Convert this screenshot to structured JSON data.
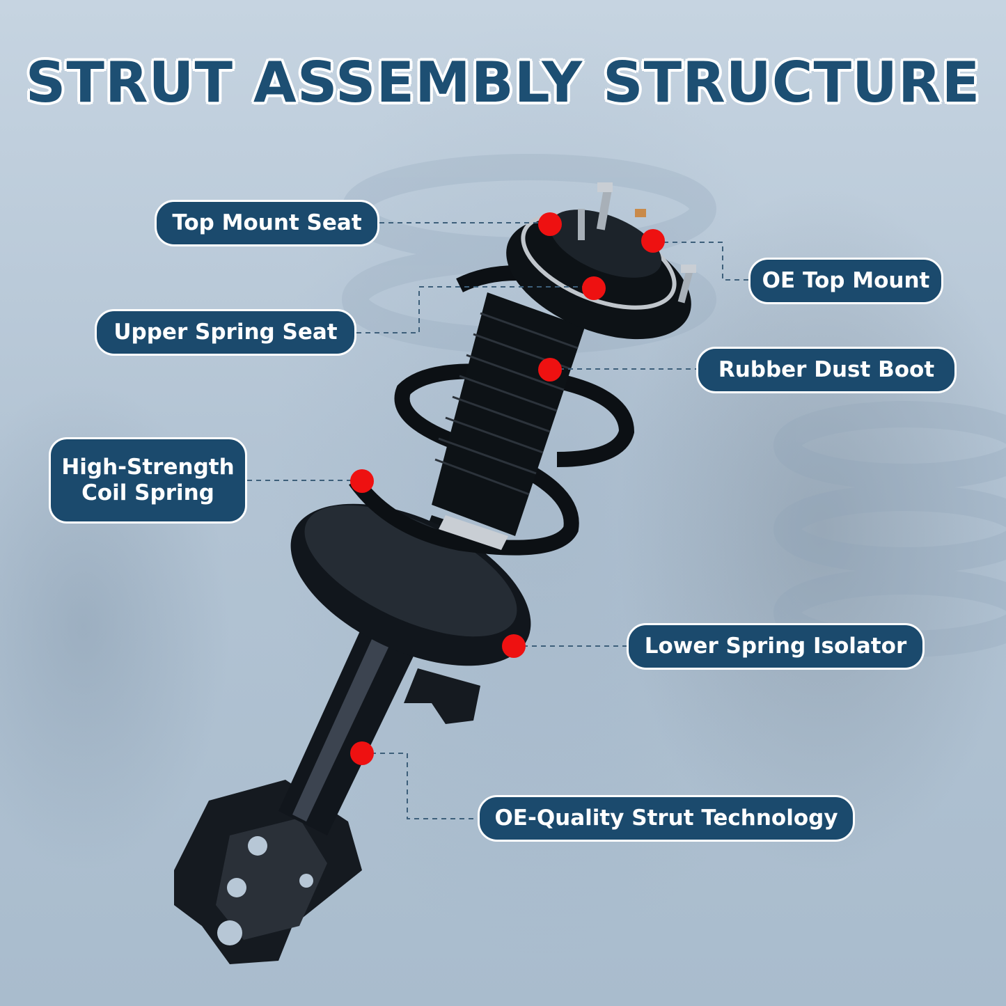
{
  "title": "STRUT ASSEMBLY STRUCTURE",
  "labels": {
    "top_mount_seat": "Top Mount Seat",
    "oe_top_mount": "OE Top Mount",
    "upper_spring_seat": "Upper Spring Seat",
    "rubber_dust_boot": "Rubber Dust Boot",
    "coil_spring_line1": "High-Strength",
    "coil_spring_line2": "Coil Spring",
    "lower_spring_isolator": "Lower Spring Isolator",
    "strut_technology": "OE-Quality Strut Technology"
  },
  "colors": {
    "label_bg": "#1b4a6d",
    "title": "#1d4f73",
    "marker": "#ee1111"
  }
}
